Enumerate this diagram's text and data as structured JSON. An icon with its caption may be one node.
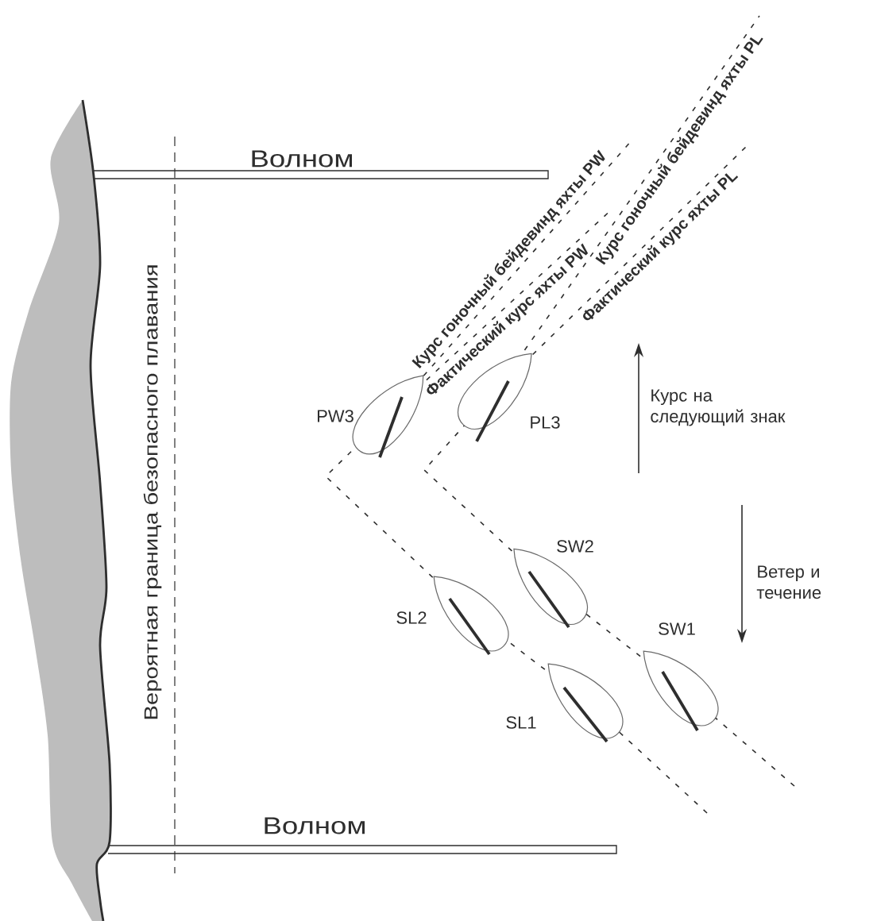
{
  "diagram": {
    "nodes": [
      {
        "text": [],
        "shape": "boat",
        "beside": [
          "PW3"
        ]
      },
      {
        "text": [],
        "shape": "boat",
        "beside": [
          "PL3"
        ]
      },
      {
        "text": [],
        "shape": "boat",
        "beside": [
          "SW2"
        ]
      },
      {
        "text": [],
        "shape": "boat",
        "beside": [
          "SL2"
        ]
      },
      {
        "text": [],
        "shape": "boat",
        "beside": [
          "SW1"
        ]
      },
      {
        "text": [],
        "shape": "boat",
        "beside": [
          "SL1"
        ]
      }
    ],
    "edges": [
      {
        "from": 0,
        "to": null,
        "arrow": "none",
        "label": "Курс гоночный бейдевинд яхты PW",
        "style": "dashed"
      },
      {
        "from": 0,
        "to": null,
        "arrow": "none",
        "label": "Фактический курс яхты PW",
        "style": "dashed"
      },
      {
        "from": 1,
        "to": null,
        "arrow": "none",
        "label": "Курс гоночный бейдевинд яхты PL",
        "style": "dashed"
      },
      {
        "from": 1,
        "to": null,
        "arrow": "none",
        "label": "Фактический курс яхты PL",
        "style": "dashed"
      },
      {
        "from": null,
        "to": 5,
        "arrow": "none",
        "style": "dashed"
      },
      {
        "from": 5,
        "to": 3,
        "arrow": "none",
        "style": "dashed"
      },
      {
        "from": 3,
        "to": 0,
        "arrow": "none",
        "style": "dashed"
      },
      {
        "from": null,
        "to": 4,
        "arrow": "none",
        "style": "dashed"
      },
      {
        "from": 4,
        "to": 2,
        "arrow": "none",
        "style": "dashed"
      },
      {
        "from": 2,
        "to": 1,
        "arrow": "none",
        "style": "dashed"
      }
    ],
    "labels": [
      "Волном",
      "Вероятная граница безопасного плавания",
      "Курс на следующий знак",
      "Ветер и течение",
      "Волном"
    ]
  }
}
